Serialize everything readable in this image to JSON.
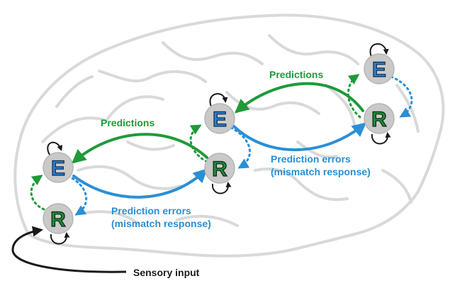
{
  "labels": {
    "predictions_top": "Predictions",
    "predictions_mid": "Predictions",
    "errors_mid_line1": "Prediction errors",
    "errors_mid_line2": "(mismatch response)",
    "errors_low_line1": "Prediction errors",
    "errors_low_line2": "(mismatch response)",
    "sensory_input": "Sensory input"
  },
  "nodes": {
    "e_low": "E",
    "r_low": "R",
    "e_mid": "E",
    "r_mid": "R",
    "e_high": "E",
    "r_high": "R"
  },
  "colors": {
    "prediction_green": "#1f9a3a",
    "error_blue": "#2a8fd6",
    "e_letter_blue": "#2b7fd4",
    "r_letter_green": "#1f8a3a",
    "node_gray": "#c9c9c9",
    "brain_outline": "#d6d6d6",
    "sensory_arrow": "#1a1a1a"
  }
}
